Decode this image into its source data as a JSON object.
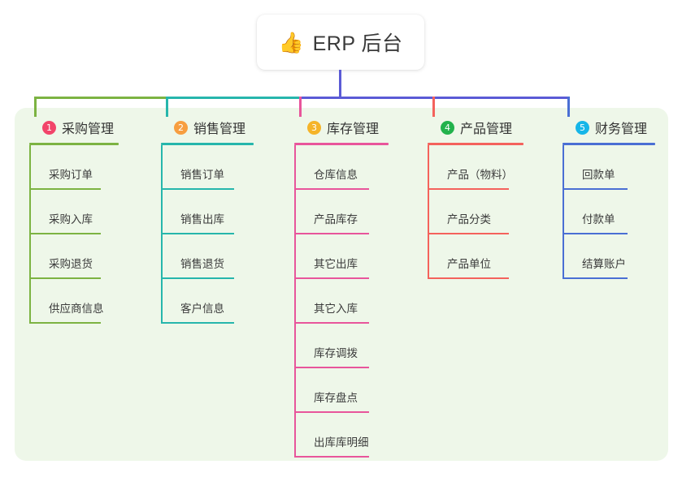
{
  "root": {
    "icon": "thumbs-up-icon",
    "icon_glyph": "👍",
    "title": "ERP 后台"
  },
  "theme": {
    "page_background": "#ffffff",
    "panel_background": "#eef7e9",
    "root_background": "#ffffff",
    "root_text": "#3a3a3a",
    "leaf_text": "#3b3b3b",
    "title_text": "#333333",
    "trunk_color": "#5b5bd6"
  },
  "branches": [
    {
      "number": "1",
      "title": "采购管理",
      "badge_color": "#f2456a",
      "line_color": "#7cb342",
      "leaves": [
        "采购订单",
        "采购入库",
        "采购退货",
        "供应商信息"
      ]
    },
    {
      "number": "2",
      "title": "销售管理",
      "badge_color": "#f79e40",
      "line_color": "#26b6ac",
      "leaves": [
        "销售订单",
        "销售出库",
        "销售退货",
        "客户信息"
      ]
    },
    {
      "number": "3",
      "title": "库存管理",
      "badge_color": "#f5b429",
      "line_color": "#e8559b",
      "leaves": [
        "仓库信息",
        "产品库存",
        "其它出库",
        "其它入库",
        "库存调拨",
        "库存盘点",
        "出库库明细"
      ]
    },
    {
      "number": "4",
      "title": "产品管理",
      "badge_color": "#22b24c",
      "line_color": "#f4625c",
      "leaves": [
        "产品（物料）",
        "产品分类",
        "产品单位"
      ]
    },
    {
      "number": "5",
      "title": "财务管理",
      "badge_color": "#16b6e8",
      "line_color": "#4a6fd4",
      "leaves": [
        "回款单",
        "付款单",
        "结算账户"
      ]
    }
  ]
}
